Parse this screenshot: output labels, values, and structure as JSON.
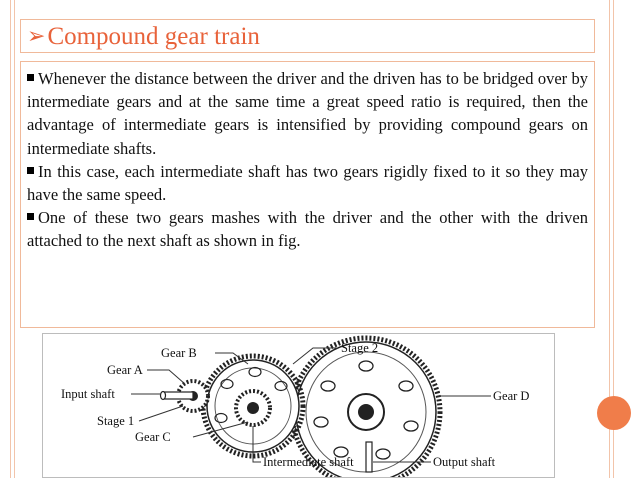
{
  "slide": {
    "title": "Compound gear train",
    "title_icon": "arrow-bullet-icon",
    "accent_color": "#e8623a",
    "bullets": [
      "Whenever the distance between the driver and the driven has to be bridged over by intermediate gears and at the same time a great speed ratio is required, then the advantage of intermediate gears is intensified by providing compound gears on intermediate shafts.",
      "In this case, each intermediate shaft has two gears rigidly fixed to it so they may have the same speed.",
      "One of these two gears mashes with the driver and the other with the driven  attached to the next shaft as shown in fig."
    ]
  },
  "figure": {
    "labels": {
      "gear_b": "Gear B",
      "gear_a": "Gear A",
      "input_shaft": "Input shaft",
      "stage_1": "Stage 1",
      "gear_c": "Gear C",
      "stage_2": "Stage 2",
      "gear_d": "Gear D",
      "intermediate_shaft": "Intermediate shaft",
      "output_shaft": "Output shaft"
    }
  }
}
